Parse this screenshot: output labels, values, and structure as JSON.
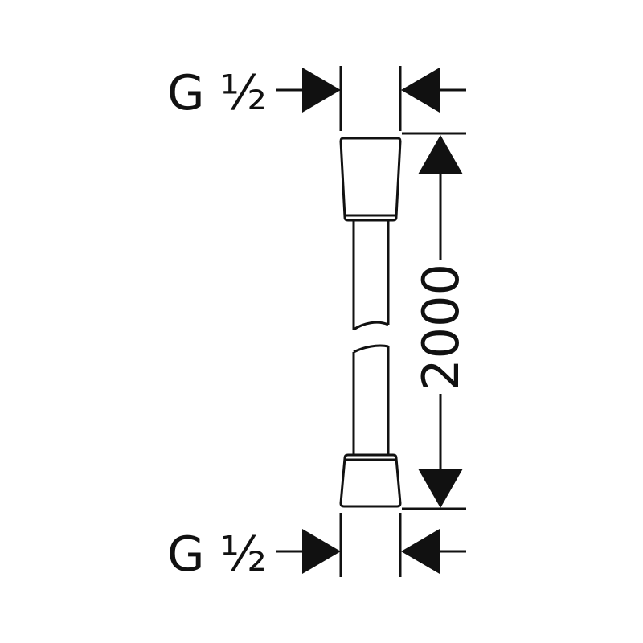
{
  "drawing": {
    "top_thread_label": "G ½",
    "bottom_thread_label": "G ½",
    "length_dimension": "2000",
    "colors": {
      "line": "#111111",
      "background": "#ffffff"
    }
  }
}
